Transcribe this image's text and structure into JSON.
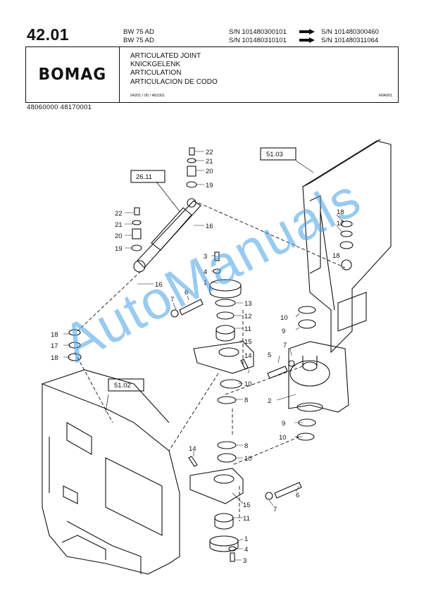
{
  "header": {
    "page_number": "42.01",
    "models": [
      "BW 75 AD",
      "BW 75 AD"
    ],
    "serials": [
      {
        "from": "S/N 101480300101",
        "to": "S/N 101480300460"
      },
      {
        "from": "S/N 101480310101",
        "to": "S/N 101480311064"
      }
    ]
  },
  "title_block": {
    "logo": "BOMAG",
    "titles": [
      "ARTICULATED JOINT",
      "KNICKGELENK",
      "ARTICULATION",
      "ARTICULACION DE CODO"
    ],
    "ref_code": "04201 / 00 / 481001",
    "ref_right": "H04001"
  },
  "part_numbers": "48060000  48170001",
  "diagram": {
    "ref_boxes": [
      "51.03",
      "26.11",
      "51.02"
    ],
    "callouts": [
      "22",
      "21",
      "20",
      "19",
      "22",
      "21",
      "20",
      "19",
      "16",
      "16",
      "3",
      "4",
      "1",
      "6",
      "7",
      "13",
      "12",
      "11",
      "15",
      "14",
      "10",
      "8",
      "18",
      "17",
      "18",
      "18",
      "17",
      "18",
      "10",
      "9",
      "5",
      "7",
      "2",
      "9",
      "10",
      "8",
      "10",
      "14",
      "15",
      "11",
      "1",
      "4",
      "3",
      "7",
      "6"
    ]
  },
  "watermark": "AutoManuals"
}
